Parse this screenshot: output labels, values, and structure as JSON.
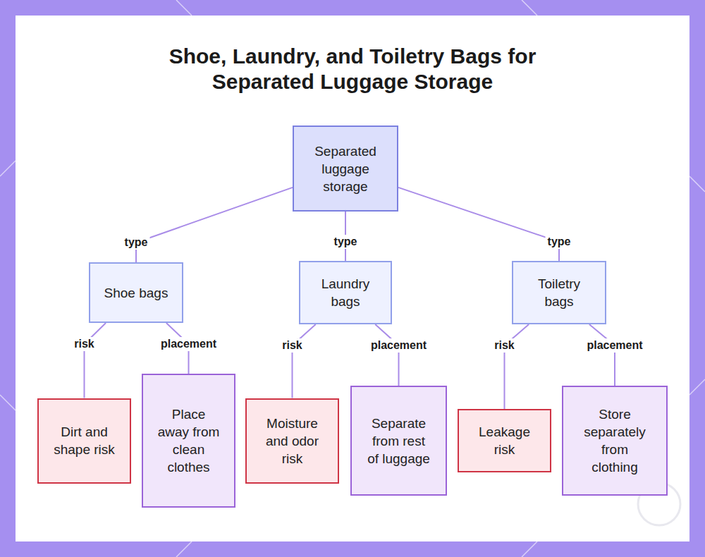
{
  "diagram": {
    "title": "Shoe, Laundry, and Toiletry Bags for Separated Luggage Storage",
    "nodes": [
      {
        "text": [
          "Separated luggage storage"
        ]
      },
      {
        "text": [
          "Shoe bags"
        ]
      },
      {
        "text": [
          "Laundry bags"
        ]
      },
      {
        "text": [
          "Toiletry bags"
        ]
      },
      {
        "text": [
          "Dirt and shape risk"
        ]
      },
      {
        "text": [
          "Place away from clean clothes"
        ]
      },
      {
        "text": [
          "Moisture and odor risk"
        ]
      },
      {
        "text": [
          "Separate from rest of luggage"
        ]
      },
      {
        "text": [
          "Leakage risk"
        ]
      },
      {
        "text": [
          "Store separately from clothing"
        ]
      }
    ],
    "edges": [
      {
        "from": 0,
        "to": 1,
        "label": "type",
        "arrow": "none"
      },
      {
        "from": 0,
        "to": 2,
        "label": "type",
        "arrow": "none"
      },
      {
        "from": 0,
        "to": 3,
        "label": "type",
        "arrow": "none"
      },
      {
        "from": 1,
        "to": 4,
        "label": "risk",
        "arrow": "none"
      },
      {
        "from": 1,
        "to": 5,
        "label": "placement",
        "arrow": "none"
      },
      {
        "from": 2,
        "to": 6,
        "label": "risk",
        "arrow": "none"
      },
      {
        "from": 2,
        "to": 7,
        "label": "placement",
        "arrow": "none"
      },
      {
        "from": 3,
        "to": 8,
        "label": "risk",
        "arrow": "none"
      },
      {
        "from": 3,
        "to": 9,
        "label": "placement",
        "arrow": "none"
      }
    ]
  }
}
